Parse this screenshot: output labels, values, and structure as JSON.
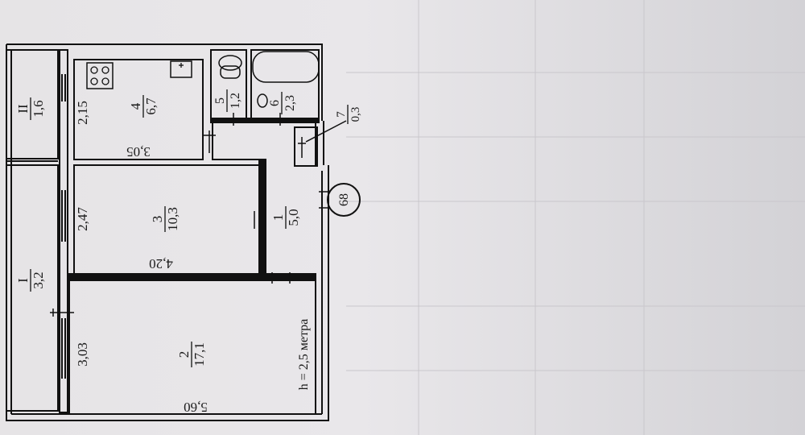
{
  "rooms": {
    "balcony_1": {
      "num": "I",
      "area": "3,2"
    },
    "balcony_2": {
      "num": "II",
      "area": "1,6"
    },
    "hall": {
      "num": "1",
      "area": "5,0"
    },
    "room_2": {
      "num": "2",
      "area": "17,1"
    },
    "room_3": {
      "num": "3",
      "area": "10,3"
    },
    "kitchen": {
      "num": "4",
      "area": "6,7"
    },
    "wc": {
      "num": "5",
      "area": "1,2"
    },
    "bath": {
      "num": "6",
      "area": "2,3"
    },
    "closet": {
      "num": "7",
      "area": "0,3"
    }
  },
  "dimensions": {
    "room2_width": "3,03",
    "room2_length": "5,60",
    "room3_width": "2,47",
    "room3_length": "4,20",
    "kitchen_width": "2,15",
    "kitchen_length": "3,05"
  },
  "ceiling_height": "h = 2,5 метра",
  "apartment_number": "68"
}
